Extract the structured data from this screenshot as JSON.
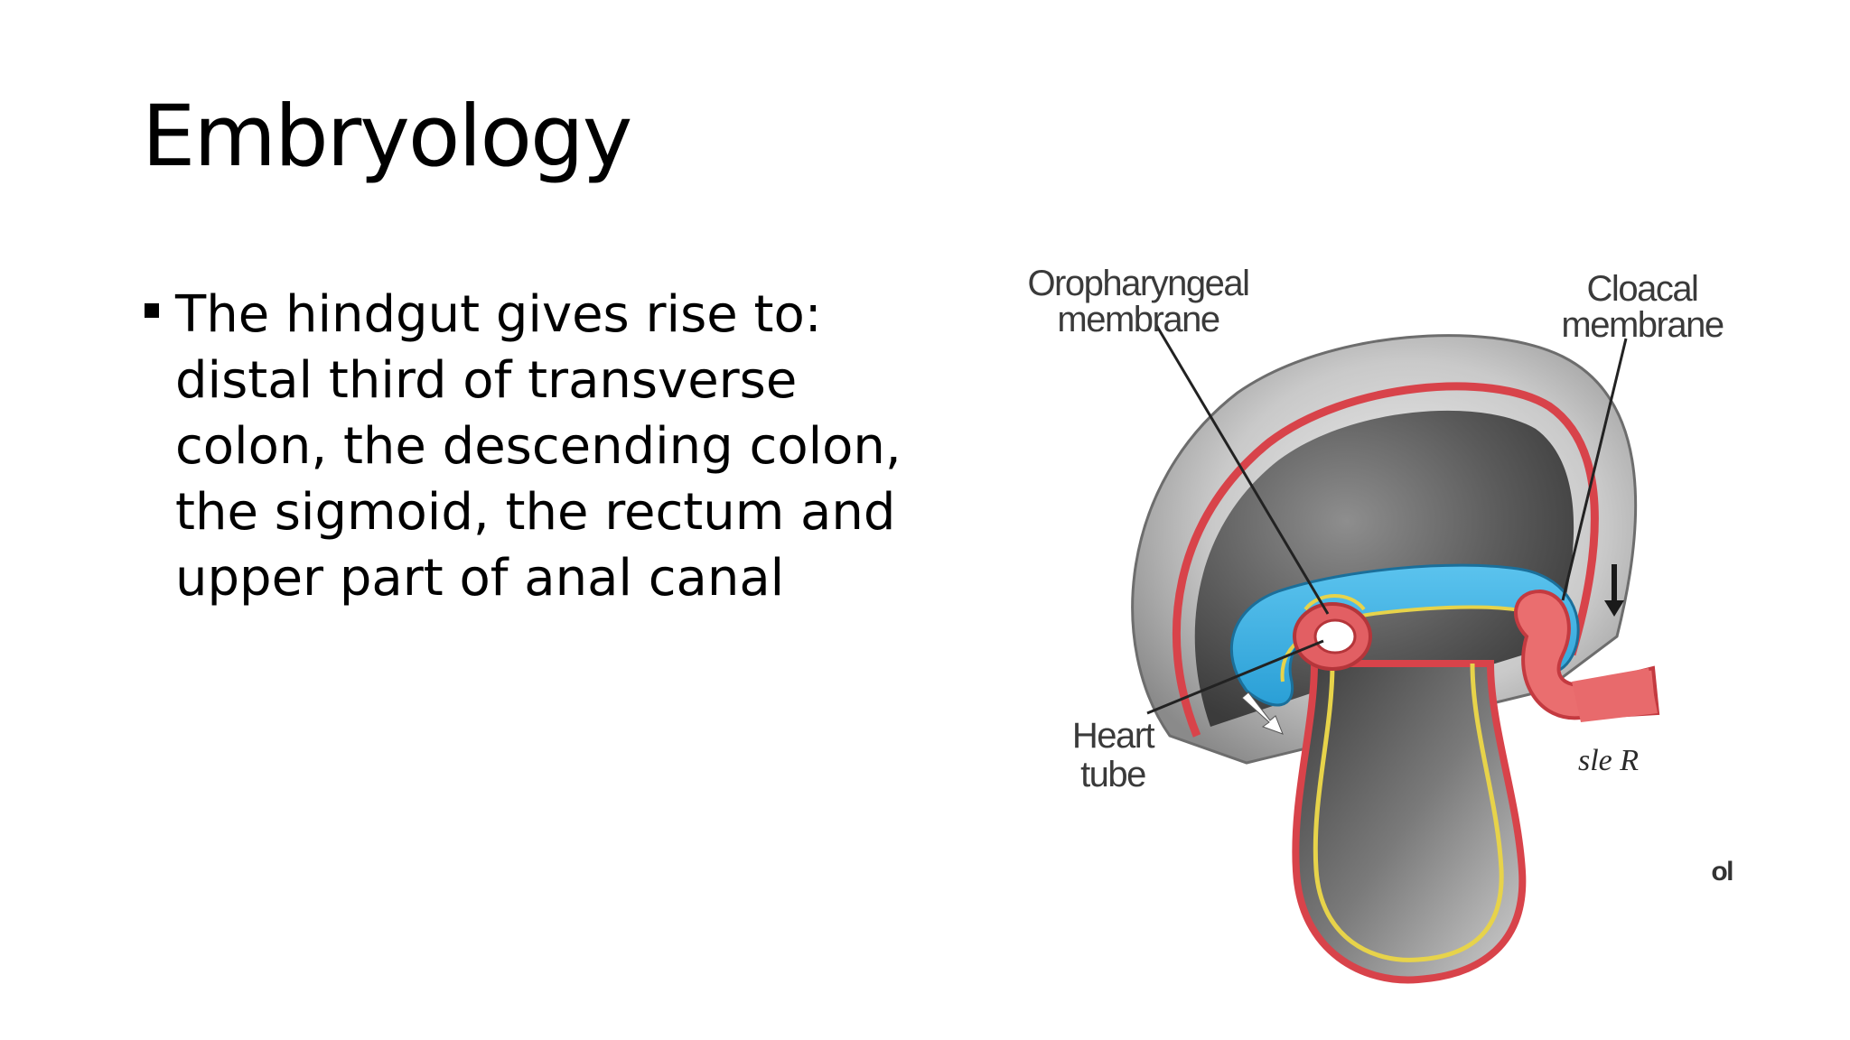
{
  "slide": {
    "title": "Embryology",
    "bullets": [
      "The hindgut gives rise to: distal third of transverse colon, the descending colon, the sigmoid, the rectum and upper part of anal canal"
    ]
  },
  "figure": {
    "labels": {
      "oropharyngeal_1": "Oropharyngeal",
      "oropharyngeal_2": "membrane",
      "cloacal_1": "Cloacal",
      "cloacal_2": "membrane",
      "heart_1": "Heart",
      "heart_2": "tube"
    },
    "signature": "sle R",
    "edge_text": "ol"
  }
}
